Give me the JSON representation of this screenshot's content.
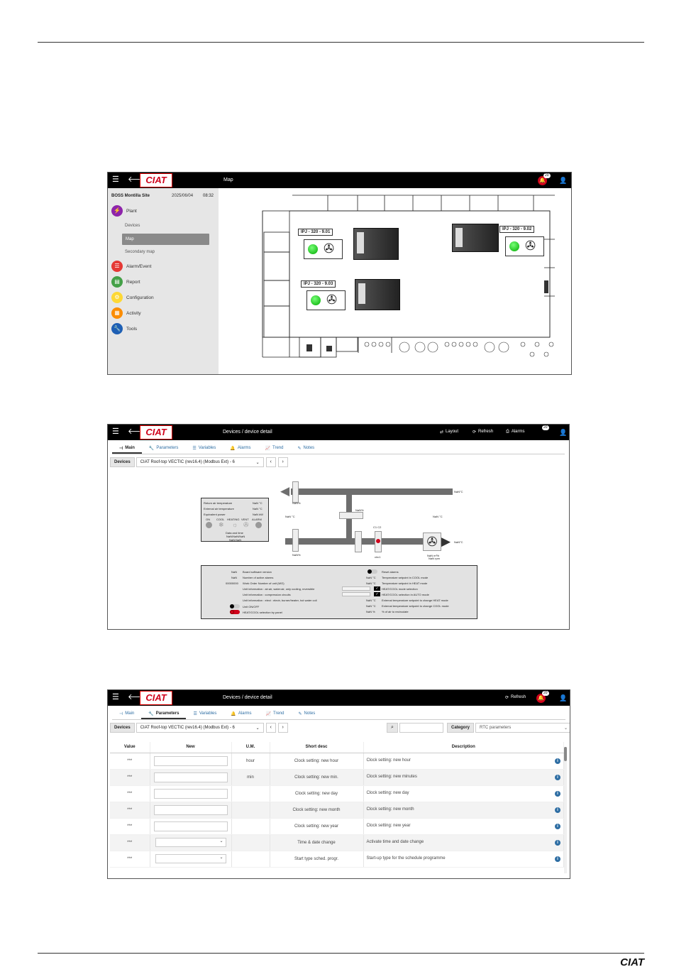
{
  "brand": {
    "logo_text": "CIAT",
    "accent": "#d0021b"
  },
  "shot1": {
    "title": "Map",
    "badge": "20",
    "site": "BOSS Montilla Site",
    "date": "2025/06/04",
    "time": "08:32",
    "menu": {
      "plant": "Plant",
      "devices": "Devices",
      "map": "Map",
      "secondary": "Secondary map",
      "alarm": "Alarm/Event",
      "report": "Report",
      "config": "Configuration",
      "activity": "Activity",
      "tools": "Tools"
    },
    "units": [
      {
        "label": "IPJ - 320 - 9.01"
      },
      {
        "label": "IPJ - 320 - 9.02"
      },
      {
        "label": "IPJ - 320 - 9.03"
      }
    ]
  },
  "shot2": {
    "title": "Devices / device detail",
    "badge": "20",
    "actions": {
      "layout": "Layout",
      "refresh": "Refresh",
      "alarms": "Alarms"
    },
    "tabs": [
      "Main",
      "Parameters",
      "Variables",
      "Alarms",
      "Trend",
      "Notes"
    ],
    "devices_label": "Devices",
    "device": "CIAT Roof-top VECTIC (rev16.4) (Modbus Ext) - 6",
    "diagram": {
      "nan_c": "NaN °C",
      "nan_pct": "NaN%",
      "pct": "NaN%",
      "c1c2": "C1 C2",
      "circ": "circ1",
      "fan_val": "NaN m³/h",
      "fan_val2": "NaN rpm",
      "fresh_val": "NaN°C",
      "nan_kw": "NaN kW",
      "left_panel": {
        "return": "Return air temperature",
        "external": "External air temperature",
        "power": "Equivalent power",
        "modes": [
          "ON",
          "COOL",
          "HEATING",
          "VENT",
          "ALARM"
        ],
        "dt": "Data and time",
        "dt2": "NaN/NaN/NaN",
        "dt3": "NaN:NaN"
      },
      "bottom_left": [
        "Board software version",
        "Number of active alarms",
        "Work Order Number of unit (WO)",
        "Unit information : air:air, water:air, only cooling, reversible",
        "Unit information : compression circuits",
        "Unit information : elect : electr, burner/heater, hot water coil",
        "Unit ON/OFF",
        "HEAT/COOL selection by panel"
      ],
      "bottom_left_vals": [
        "NaN",
        "NaN",
        "00000000"
      ],
      "bottom_right": [
        "Reset alarms",
        "Temperature setpoint in COOL mode",
        "Temperature setpoint in HEAT mode",
        "HEAT/COOL mode selection",
        "HEAT/COOL selection in AUTO mode",
        "External temperature setpoint to change HEAT mode",
        "External temperature setpoint to change COOL mode",
        "% of air to recirculate"
      ],
      "bottom_right_vals": [
        "NaN °C",
        "NaN °C",
        "NaN °C",
        "NaN °C",
        "NaN %"
      ]
    }
  },
  "shot3": {
    "title": "Devices / device detail",
    "badge": "20",
    "refresh": "Refresh",
    "tabs": [
      "Main",
      "Parameters",
      "Variables",
      "Alarms",
      "Trend",
      "Notes"
    ],
    "devices_label": "Devices",
    "device": "CIAT Roof-top VECTIC (rev16.4) (Modbus Ext) - 6",
    "category_label": "Category",
    "category": "RTC parameters",
    "columns": [
      "Value",
      "New",
      "U.M.",
      "Short desc",
      "Description"
    ],
    "rows": [
      {
        "value": "***",
        "um": "hour",
        "short": "Clock setting: new hour",
        "desc": "Clock setting: new hour"
      },
      {
        "value": "***",
        "um": "min",
        "short": "Clock setting: new min.",
        "desc": "Clock setting: new minutes"
      },
      {
        "value": "***",
        "um": "",
        "short": "Clock setting: new day",
        "desc": "Clock setting: new day"
      },
      {
        "value": "***",
        "um": "",
        "short": "Clock setting: new month",
        "desc": "Clock setting: new month"
      },
      {
        "value": "***",
        "um": "",
        "short": "Clock setting: new year",
        "desc": "Clock setting: new year"
      },
      {
        "value": "***",
        "um": "",
        "short": "Time & date change",
        "desc": "Activate time and date change"
      },
      {
        "value": "***",
        "um": "",
        "short": "Start type sched. progr.",
        "desc": "Start-up type for the schedule programme"
      }
    ]
  },
  "footer": {
    "logo": "CIAT"
  }
}
